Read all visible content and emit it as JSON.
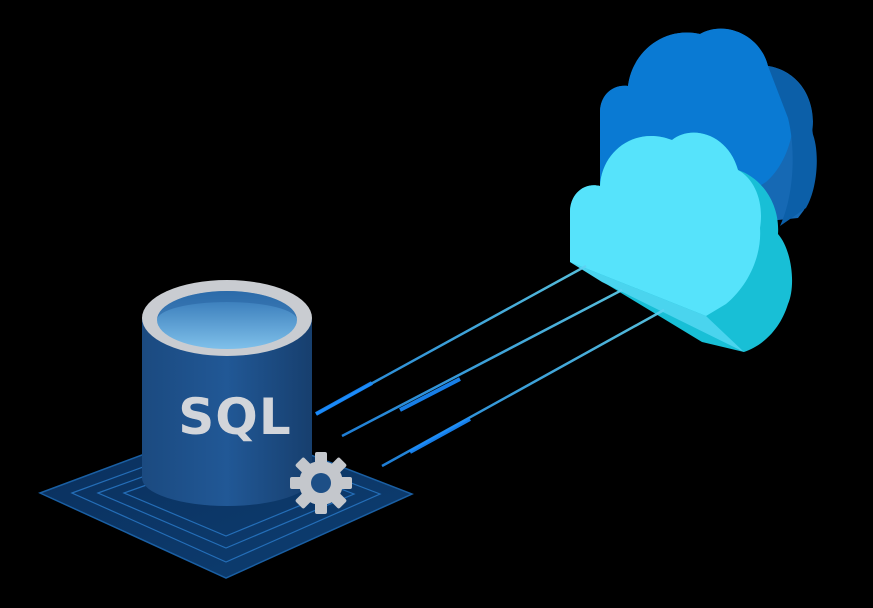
{
  "database": {
    "label": "SQL",
    "icon": "database-icon"
  },
  "settings": {
    "icon": "gear-icon"
  },
  "clouds": {
    "icon": "cloud-icon",
    "count": 2
  },
  "connections": {
    "count": 3
  },
  "colors": {
    "background": "#000000",
    "cylinder_body": "#1d4f86",
    "cylinder_rim": "#c9ccd1",
    "cylinder_inner": "#5ea2d6",
    "label_text": "#d2d5da",
    "gear": "#c4c7cc",
    "platform": "#0d3766",
    "platform_lines": "#2a7ccc",
    "cloud_back": "#0a78d0",
    "cloud_front": "#56e3fb",
    "connection_line": "#3aa6e8"
  }
}
